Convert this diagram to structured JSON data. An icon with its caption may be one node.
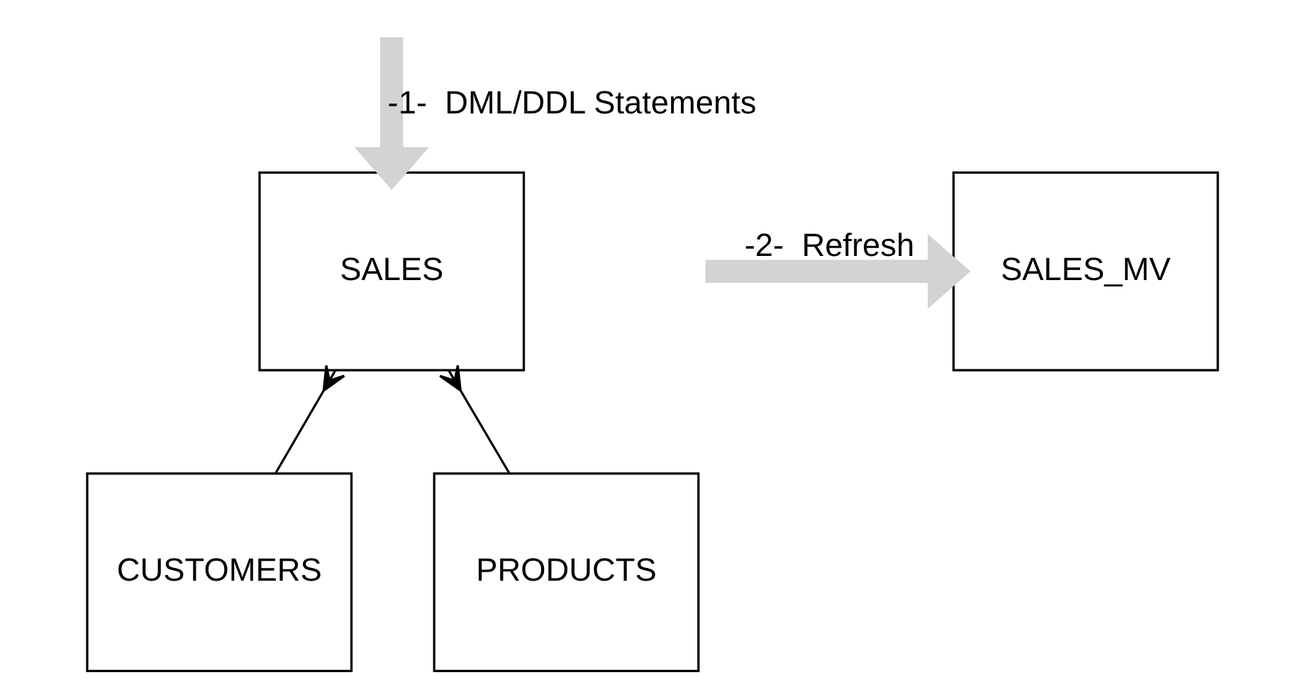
{
  "diagram": {
    "nodes": [
      {
        "text": [
          "SALES"
        ]
      },
      {
        "text": [
          "CUSTOMERS"
        ]
      },
      {
        "text": [
          "PRODUCTS"
        ]
      },
      {
        "text": [
          "SALES_MV"
        ]
      }
    ],
    "edges": [
      {
        "from": null,
        "to": 0,
        "arrow": "to",
        "label": "-1-  DML/DDL Statements",
        "style": "thick",
        "color": "#d3d3d3"
      },
      {
        "from": 0,
        "to": 1,
        "arrow": "other",
        "color": "#000000"
      },
      {
        "from": 0,
        "to": 2,
        "arrow": "other",
        "color": "#000000"
      },
      {
        "from": null,
        "to": 3,
        "arrow": "to",
        "label": "-2-  Refresh",
        "style": "thick",
        "color": "#d3d3d3"
      }
    ]
  }
}
